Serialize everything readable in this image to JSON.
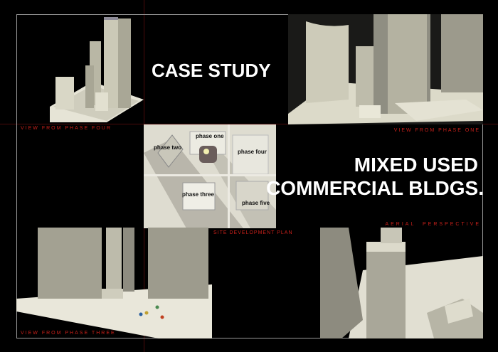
{
  "titles": {
    "case_study": "CASE STUDY",
    "subtitle_line1": "MIXED USED",
    "subtitle_line2": "COMMERCIAL BLDGS."
  },
  "captions": {
    "top_left": "VIEW FROM PHASE FOUR",
    "top_right": "VIEW FROM PHASE ONE",
    "site_plan": "SITE DEVELOPMENT PLAN",
    "aerial": "AERIAL  PERSPECTIVE",
    "bottom_left": "VIEW FROM PHASE THREE"
  },
  "site_plan_labels": {
    "phase_one": "phase one",
    "phase_two": "phase two",
    "phase_three": "phase three",
    "phase_four": "phase four",
    "phase_five": "phase five"
  },
  "colors": {
    "background": "#000000",
    "caption_red": "#c8201a",
    "model_beige": "#d8d6c4"
  }
}
